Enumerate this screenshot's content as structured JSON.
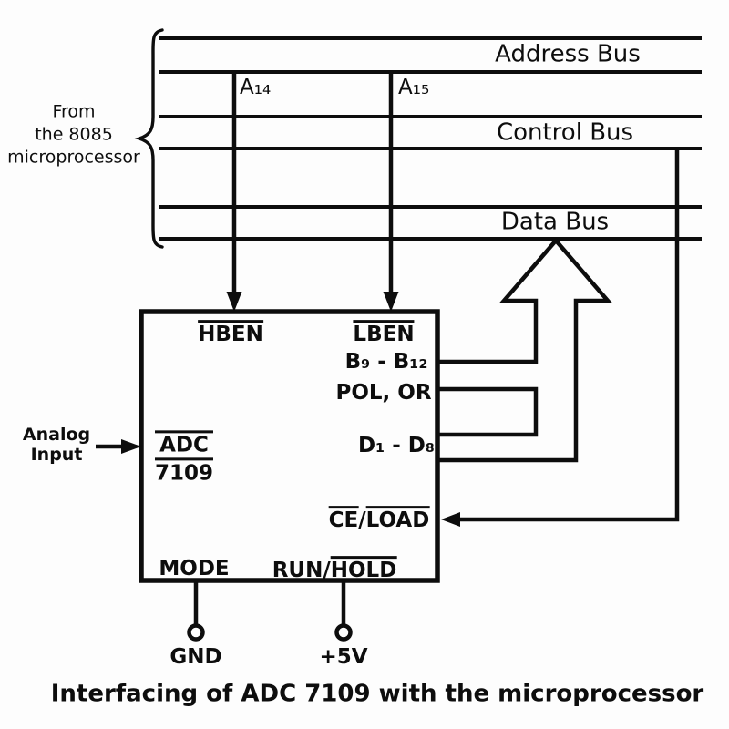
{
  "colors": {
    "ink": "#0d0d0d",
    "background": "#fdfdfd"
  },
  "source": {
    "line1": "From",
    "line2": "the 8085",
    "line3": "microprocessor"
  },
  "buses": {
    "address_label": "Address Bus",
    "control_label": "Control Bus",
    "data_label": "Data Bus"
  },
  "address_lines": {
    "a14": "A₁₄",
    "a15": "A₁₅"
  },
  "adc": {
    "name_top": "ADC",
    "name_bottom": "7109",
    "pins": {
      "hben": "HBEN",
      "lben": "LBEN",
      "b_range": "B₉ - B₁₂",
      "pol_or": "POL, OR",
      "d_range": "D₁ - D₈",
      "ce": "CE",
      "separator": "/",
      "load": "LOAD",
      "mode": "MODE",
      "run": "RUN/",
      "hold": "HOLD"
    }
  },
  "analog_input": {
    "line1": "Analog",
    "line2": "Input"
  },
  "terminals": {
    "gnd_label": "GND",
    "supply_label": "+5V"
  },
  "caption": "Interfacing of ADC 7109 with the microprocessor"
}
